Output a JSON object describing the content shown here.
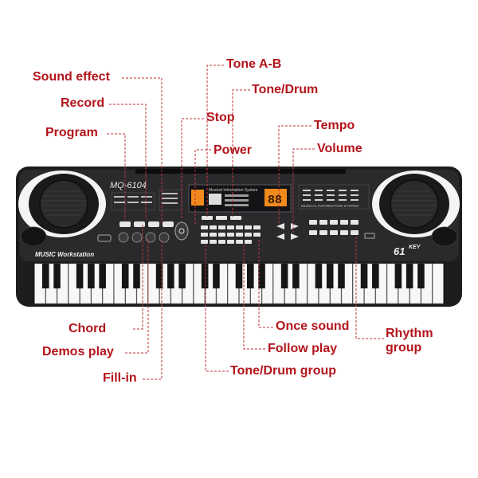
{
  "keyboard": {
    "model": "MQ-6104",
    "series_text": "MUSIC Workstation",
    "key_badge_num": "61",
    "key_badge_word": "KEY",
    "display_title": "Musical Information System",
    "display_readout": "88",
    "info_system_label": "MUSICAL INFORMATION SYSTEM"
  },
  "callouts": {
    "sound_effect": "Sound effect",
    "record": "Record",
    "program": "Program",
    "tone_ab": "Tone A-B",
    "tone_drum": "Tone/Drum",
    "stop": "Stop",
    "power": "Power",
    "tempo": "Tempo",
    "volume": "Volume",
    "chord": "Chord",
    "demos_play": "Demos play",
    "fill_in": "Fill-in",
    "once_sound": "Once sound",
    "follow_play": "Follow play",
    "tone_drum_group": "Tone/Drum group",
    "rhythm_group_line1": "Rhythm",
    "rhythm_group_line2": "group"
  },
  "colors": {
    "label_red": "#b3141b",
    "leader_red": "#c0323a",
    "body_black": "#1d1d1f",
    "display_orange": "#f08a1c"
  }
}
